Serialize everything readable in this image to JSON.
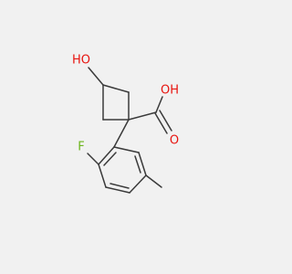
{
  "molecule": {
    "atom_labels": {
      "hydroxyl_ring": "HO",
      "carboxyl_oh": "OH",
      "carbonyl_o": "O",
      "fluorine": "F"
    },
    "colors": {
      "background": "#f1f1f1",
      "bond": "#3a3a3a",
      "oxygen": "#e8140f",
      "fluorine": "#6cb51c"
    }
  }
}
